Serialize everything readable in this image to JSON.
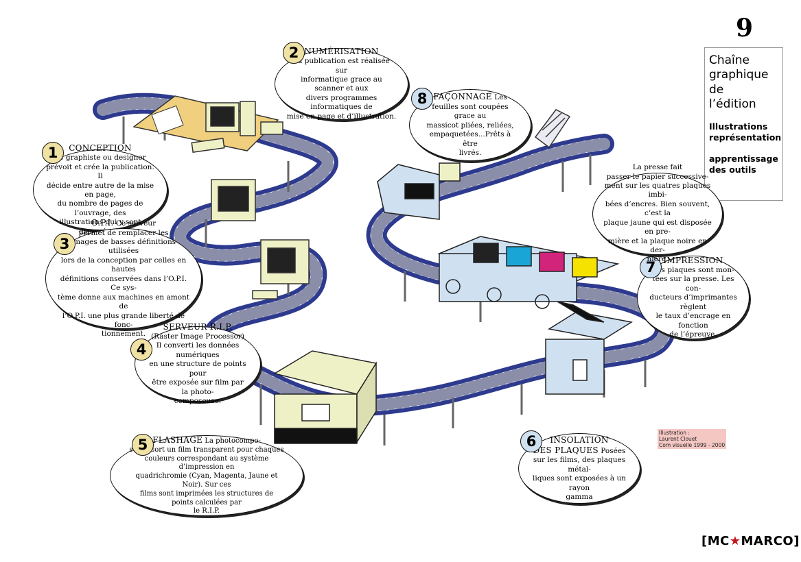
{
  "page_number": "9",
  "title": {
    "line1": "Chaîne",
    "line2": "graphique",
    "line3": "de",
    "line4": "l’édition",
    "sub1a": "Illustrations",
    "sub1b": "représentation",
    "sub2a": "apprentissage",
    "sub2b": "des outils"
  },
  "credit": {
    "line1": "Illustration :",
    "line2": "Laurent Clouet",
    "line3": "Com visuelle 1999 - 2000"
  },
  "logo": {
    "left": "[MC",
    "star": "★",
    "right": "MARCO]"
  },
  "steps": [
    {
      "num": "1",
      "title": "CONCEPTION",
      "lines": [
        "Le graphiste ou designer",
        "prévoit et crée la publication. Il",
        "décide entre autre de la mise en page,",
        "du nombre de pages de l’ouvrage, des",
        "illustrations qui y sont disposées..."
      ]
    },
    {
      "num": "2",
      "title": "NUMÉRISATION",
      "lines": [
        "La publication est réalisée sur",
        "informatique grace au scanner et aux",
        "divers programmes informatiques de",
        "mise en page et d’illustration."
      ]
    },
    {
      "num": "3",
      "title": "O.P.I.",
      "lines": [
        "Ce serveur",
        "permet de remplacer les",
        "images de basses définitions utilisées",
        "lors de la conception par celles en hautes",
        "définitions conservées dans l’O.P.I.  Ce sys-",
        "tème donne aux machines en amont de",
        "l’O.P.I. une plus grande liberté de fonc-",
        "tionnement."
      ]
    },
    {
      "num": "4",
      "title": "SERVEUR R.I.P.",
      "lines": [
        "(Raster Image Processor)",
        "Il converti les données numériques",
        "en une structure de points pour",
        "être exposée sur film par la photo-",
        "composeuse."
      ]
    },
    {
      "num": "5",
      "title": "FLASHAGE",
      "lines": [
        "La photocompo-",
        "seuse  sort un film transparent pour chaques",
        "couleurs correspondant au système d’impression en",
        "quadrichromie (Cyan, Magenta, Jaune et Noir). Sur ces",
        "films sont imprimées les structures de points calculées par",
        "le R.I.P."
      ]
    },
    {
      "num": "6",
      "title": "INSOLATION",
      "title2": "DES PLAQUES",
      "lines": [
        "Posées",
        "sur les films, des plaques métal-",
        "liques sont exposées à un rayon",
        "gamma"
      ]
    },
    {
      "num": "7",
      "title": "IMPRESSION",
      "lines": [
        "Les plaques sont mon-",
        "tées sur la presse. Les con-",
        "ducteurs d’imprimantes règlent",
        "le taux d’encrage en fonction",
        "de l’épreuve."
      ]
    },
    {
      "num": "8",
      "title": "FAÇONNAGE",
      "lines": [
        "Les",
        "feuilles sont coupées grace au",
        "massicot pliées, reliées,",
        "empaquetées...Prêts à être",
        "livrés."
      ]
    }
  ],
  "presse_note": [
    "La presse fait",
    "passer le papier successive-",
    "ment sur les quatres plaques imbi-",
    "bées d’encres. Bien souvent, c’est la",
    "plaque jaune qui est disposée en pre-",
    "mière et la plaque noire en der-",
    "nière."
  ],
  "colors": {
    "belt": "#2d3a8e",
    "desk": "#f0cf7e",
    "machine_cream": "#eef0c6",
    "machine_blue": "#cfe0f1",
    "cyan": "#19a6d6",
    "magenta": "#d1247a",
    "yellow": "#f5e200",
    "black": "#111111",
    "badge_yellow": "#efe2a4",
    "badge_blue": "#cfe0f1"
  }
}
